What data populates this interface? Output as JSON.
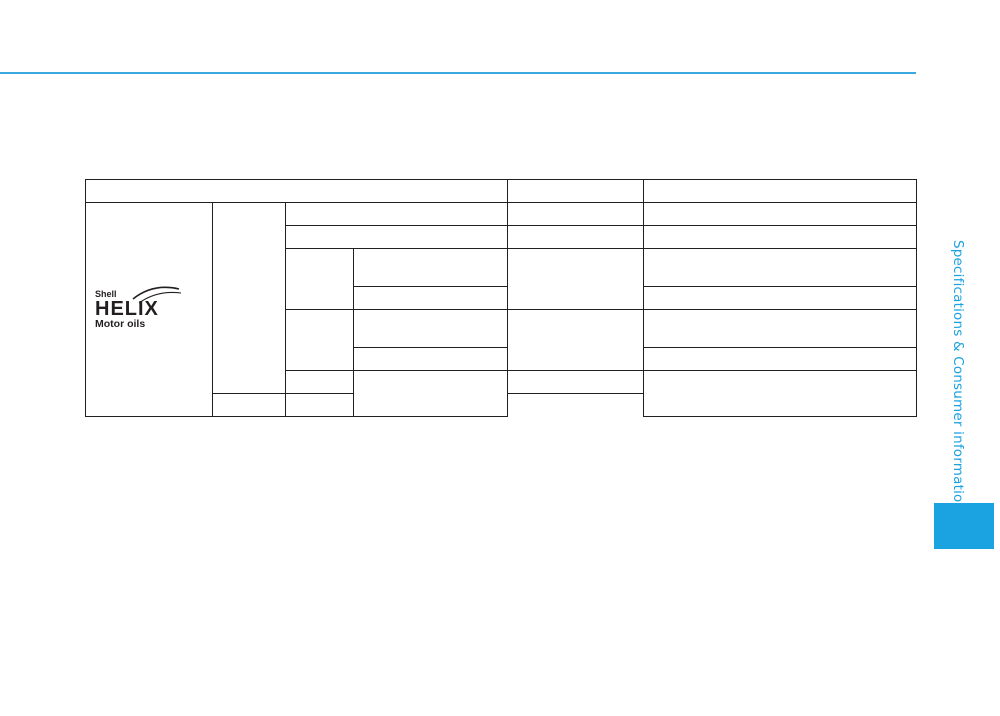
{
  "logo": {
    "brand_small": "Shell",
    "brand_large": "HELIX",
    "subtitle": "Motor oils"
  },
  "sidebar": {
    "section_label": "Specifications & Consumer information"
  },
  "colors": {
    "accent": "#1ba2e0",
    "rule": "#3aa9e0",
    "table_border": "#231f20"
  },
  "icons": {
    "logo": "shell-helix-logo"
  }
}
